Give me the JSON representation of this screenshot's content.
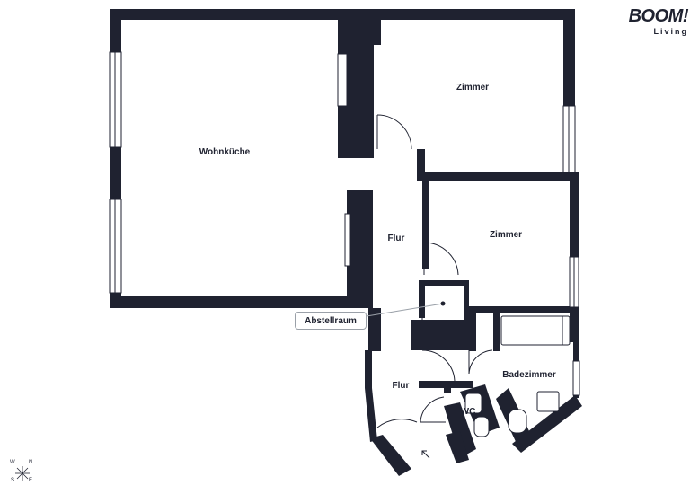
{
  "brand": {
    "name": "BOOM!",
    "sub": "Living"
  },
  "rooms": {
    "wohnkueche": "Wohnküche",
    "zimmer_top": "Zimmer",
    "zimmer_mid": "Zimmer",
    "flur_upper": "Flur",
    "flur_lower": "Flur",
    "badezimmer": "Badezimmer",
    "wc": "WC"
  },
  "callout": {
    "label": "Abstellraum"
  },
  "compass": {
    "n": "N",
    "e": "E",
    "s": "S",
    "w": "W"
  },
  "colors": {
    "wall": "#1f2230",
    "window": "#ffffff",
    "fixture_stroke": "#1f2230",
    "label": "#1f2230"
  }
}
